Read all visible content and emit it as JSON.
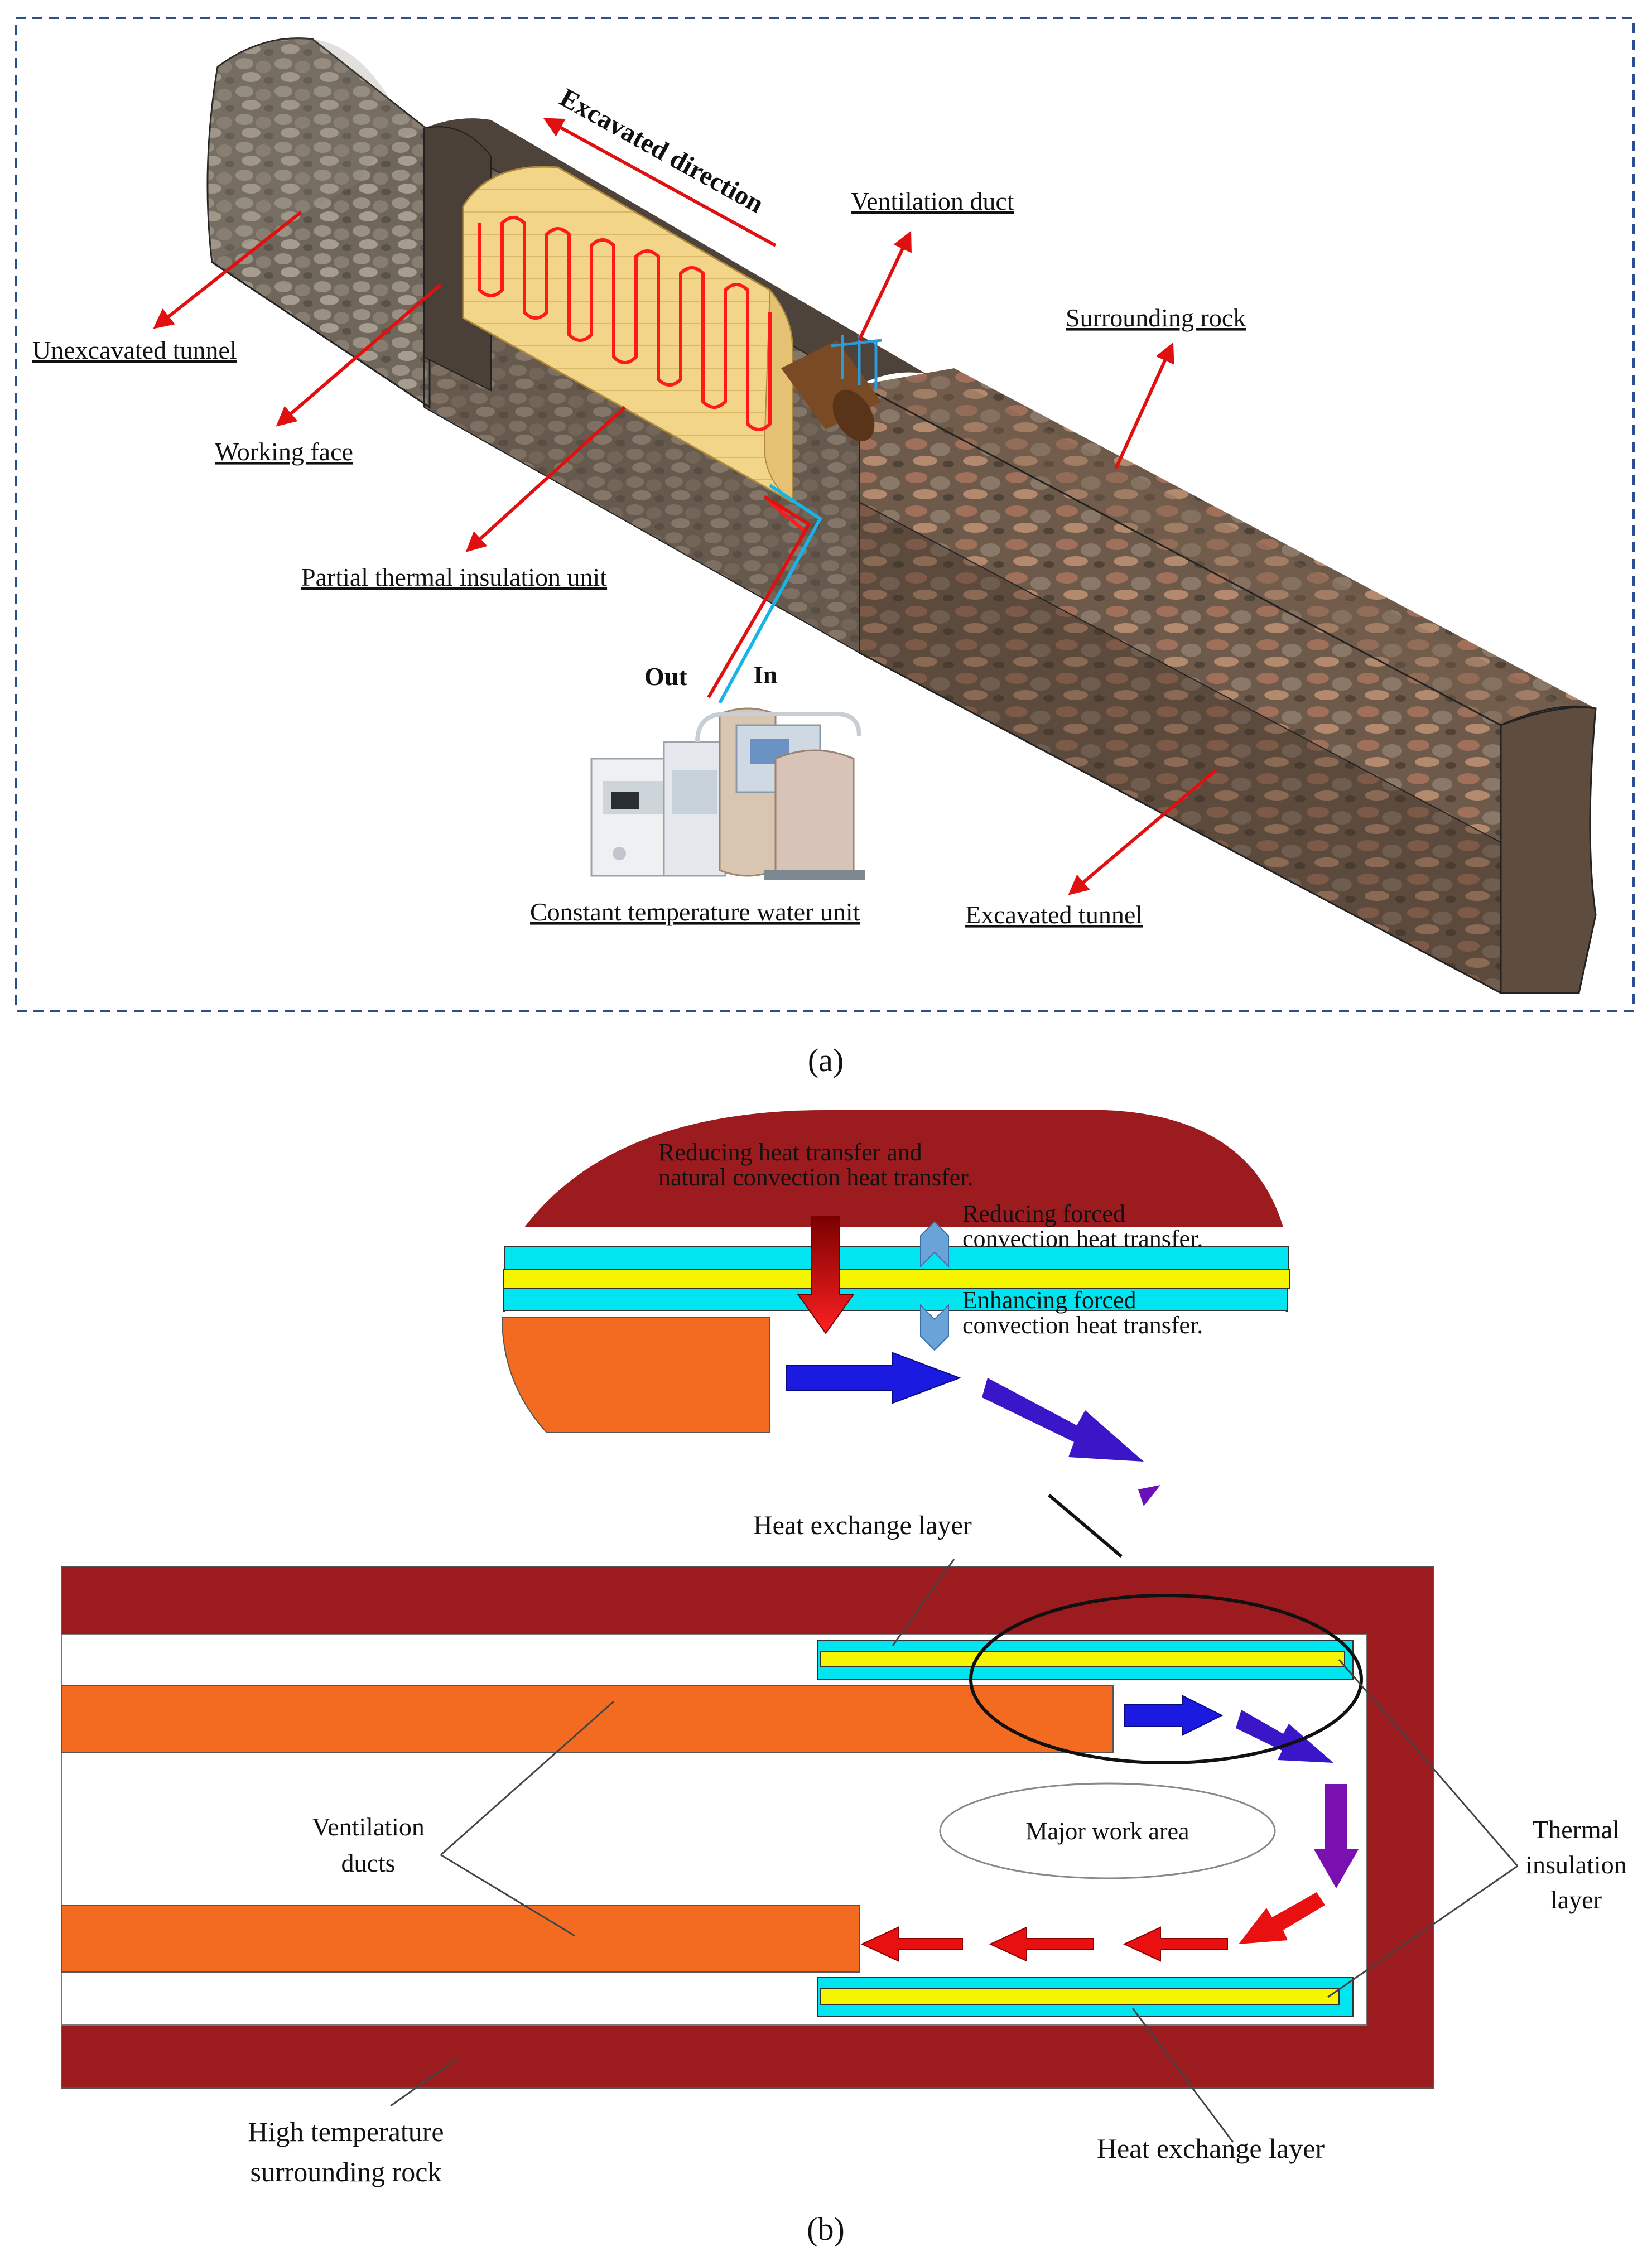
{
  "panel_a": {
    "caption": "(a)",
    "labels": {
      "excavated_direction": "Excavated direction",
      "ventilation_duct": "Ventilation  duct",
      "unexcavated_tunnel": "Unexcavated tunnel",
      "surrounding_rock": "Surrounding rock",
      "working_face": "Working face",
      "partial_insulation": "Partial  thermal  insulation  unit",
      "out": "Out",
      "in": "In",
      "water_unit": "Constant temperature  water unit",
      "excavated_tunnel": "Excavated tunnel"
    }
  },
  "panel_b": {
    "caption": "(b)",
    "labels": {
      "reducing_1": "Reducing  heat transfer and",
      "reducing_2": "natural  convection heat transfer.",
      "reducing_forced_1": "Reducing forced",
      "reducing_forced_2": "convection heat transfer.",
      "enhancing_forced_1": "Enhancing forced",
      "enhancing_forced_2": "convection heat transfer.",
      "heat_exchange_top": "Heat  exchange  layer",
      "ventilation_1": "Ventilation",
      "ventilation_2": "ducts",
      "major_work_area": "Major work area",
      "thermal_1": "Thermal",
      "thermal_2": "insulation",
      "thermal_3": "layer",
      "high_temp_1": "High temperature",
      "high_temp_2": "surrounding rock",
      "heat_exchange_bottom": "Heat exchange  layer"
    }
  },
  "colors": {
    "rock": "#9b1b1f",
    "duct": "#f26b21",
    "cyan": "#00e5f0",
    "yellow": "#f5f500",
    "blue_arrow": "#1a1ae0",
    "purple_arrow": "#7a10b0",
    "red_arrow": "#e81010",
    "insulation_pad": "#f5d78a",
    "heater_coil": "#ff1a1a",
    "frame": "#2b4e8c"
  }
}
